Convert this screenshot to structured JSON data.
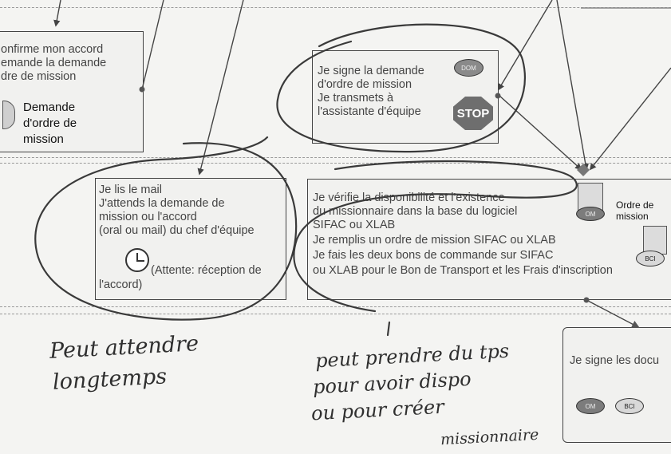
{
  "box_top_left": {
    "lines": [
      "onfirme mon accord",
      "emande la demande",
      "dre de mission"
    ],
    "doc_label": [
      "Demande",
      "d'ordre de",
      "mission"
    ]
  },
  "box_sign": {
    "lines": [
      "Je signe la demande",
      "d'ordre de mission",
      "Je transmets à",
      " l'assistante d'équipe"
    ],
    "oval_label": "DOM",
    "stop_label": "STOP"
  },
  "box_read": {
    "lines": [
      "Je lis le mail",
      "J'attends la demande de",
      "mission ou l'accord",
      "(oral ou mail) du chef d'équipe"
    ],
    "wait_line1": "(Attente: réception de",
    "wait_line2": "l'accord)"
  },
  "box_check": {
    "lines": [
      "Je vérifie la disponibilité et  l'existence",
      "du missionnaire dans la base du logiciel",
      "SIFAC ou XLAB",
      "Je remplis un ordre de mission SIFAC ou XLAB",
      "Je fais les deux bons de commande sur SIFAC",
      "ou XLAB pour le Bon de Transport et les Frais d'inscription"
    ],
    "doc_om_label": "OM",
    "doc_om_title": [
      "Ordre de",
      "mission"
    ],
    "doc_bci_label": "BCI"
  },
  "box_sign_docs": {
    "text": "Je signe les docu",
    "ovals": [
      "OM",
      "BCI"
    ]
  },
  "handwriting": {
    "note_left": [
      "Peut attendre",
      "longtemps"
    ],
    "note_right": [
      "peut prendre du tps",
      "pour avoir dispo",
      "ou pour créer"
    ],
    "note_bottom": "missionnaire"
  },
  "colors": {
    "ink": "#3a3a3a",
    "box_border": "#444444",
    "background": "#f4f4f2"
  }
}
